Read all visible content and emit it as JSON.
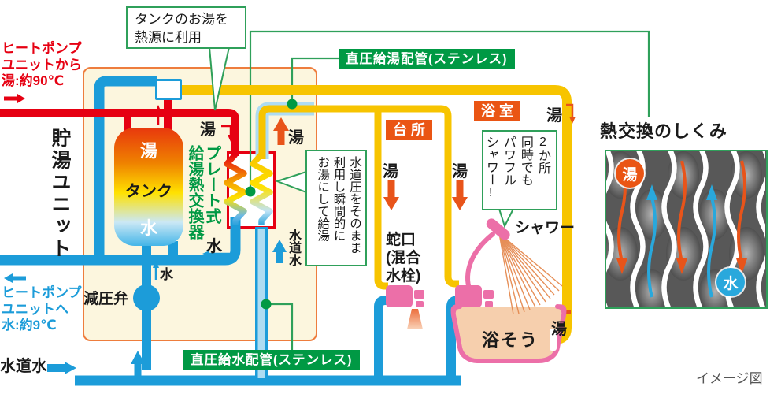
{
  "palette": {
    "red": "#E60012",
    "blue": "#1C9CD9",
    "lightblue": "#AEDCF2",
    "yellow": "#F7C400",
    "orange": "#EA5514",
    "arrow-orange": "#E8541A",
    "green": "#009944",
    "green-line": "#2FA05A",
    "pink": "#EC6FA8",
    "peach": "#F6CFAD",
    "unit-border": "#EE7D3D"
  },
  "left": {
    "from_heatpump": "ヒートポンプ\nユニットから\n湯:約90℃",
    "to_heatpump": "ヒートポンプ\nユニットへ\n水:約9℃",
    "tap_water": "水道水"
  },
  "unit": {
    "label": "貯湯ユニット",
    "tank_top": "湯",
    "tank_mid": "タンク",
    "tank_bottom": "水",
    "valve_label": "減圧弁",
    "hx_label": "プレート式\n給湯熱交換器"
  },
  "callouts": {
    "tank_heat_source": "タンクのお湯を\n熱源に利用",
    "direct_pressure": "水道圧をそのまま\n利用し瞬間的に\nお湯にして給湯",
    "powerful_shower": "2か所\n同時でも\nパワフル\nシャワー!"
  },
  "pipe_labels": {
    "hot": "直圧給湯配管(ステンレス)",
    "cold": "直圧給水配管(ステンレス)"
  },
  "rooms": {
    "kitchen": "台所",
    "bathroom": "浴室"
  },
  "fixtures": {
    "faucet": "蛇口\n(混合\n 水栓)",
    "shower": "シャワー",
    "bathtub": "浴そう"
  },
  "flows": {
    "yu": "湯",
    "mizu": "水",
    "suido": "水道水"
  },
  "panel": {
    "title": "熱交換のしくみ",
    "hot_badge": "湯",
    "cold_badge": "水"
  },
  "note": "イメージ図"
}
